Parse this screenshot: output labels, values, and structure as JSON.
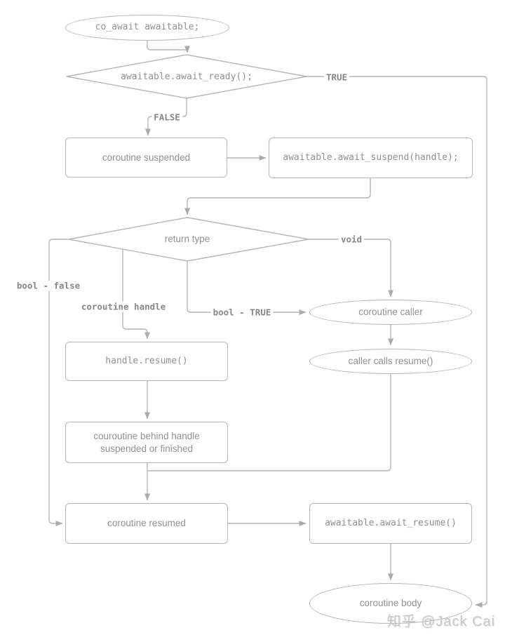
{
  "diagram_title": "co_await awaitable flowchart",
  "nodes": {
    "co_await": {
      "label": "co_await awaitable;"
    },
    "await_ready": {
      "label": "awaitable.await_ready();"
    },
    "coroutine_suspended": {
      "label": "coroutine suspended"
    },
    "await_suspend": {
      "label": "awaitable.await_suspend(handle);"
    },
    "return_type": {
      "label": "return type"
    },
    "coroutine_caller": {
      "label": "coroutine caller"
    },
    "caller_calls_resume": {
      "label": "caller calls resume()"
    },
    "handle_resume": {
      "label": "handle.resume()"
    },
    "couroutine_behind": {
      "label": "couroutine behind handle suspended or finished"
    },
    "coroutine_resumed": {
      "label": "coroutine resumed"
    },
    "await_resume": {
      "label": "awaitable.await_resume()"
    },
    "coroutine_body": {
      "label": "coroutine body"
    }
  },
  "edge_labels": {
    "true_label": "TRUE",
    "false_label": "FALSE",
    "void_label": "void",
    "bool_false_label": "bool - false",
    "handle_label": "coroutine handle",
    "bool_true_label": "bool - TRUE"
  },
  "watermark": "知乎 @Jack Cai",
  "colors": {
    "stroke": "#b4b6b8",
    "node_text": "#8f9193",
    "edge_label_text": "#85878a",
    "watermark_text": "#c9cacc",
    "background": "#ffffff"
  }
}
